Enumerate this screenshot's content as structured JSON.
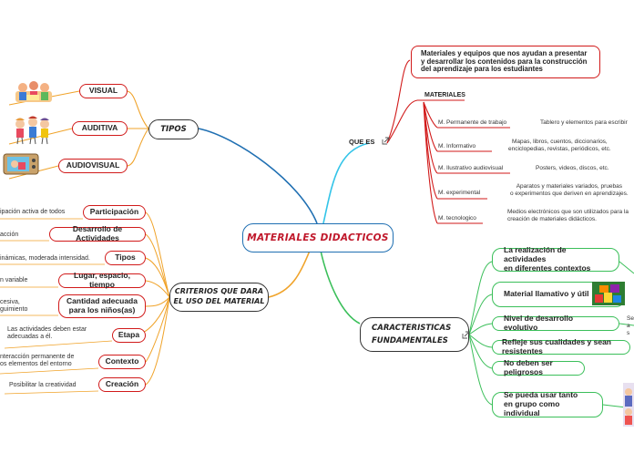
{
  "central": "MATERIALES DIDACTICOS",
  "tipos": {
    "title": "TIPOS",
    "items": [
      "VISUAL",
      "AUDITIVA",
      "AUDIOVISUAL"
    ]
  },
  "criterios": {
    "title": "CRITERIOS QUE DARA\nEL USO DEL MATERIAL",
    "items": [
      {
        "label": "Participación",
        "note": "ipación activa de todos"
      },
      {
        "label": "Desarrollo de Actividades",
        "note": "acción"
      },
      {
        "label": "Tipos",
        "note": "inámicas, moderada intensidad."
      },
      {
        "label": "Lugar, espacio, tiempo",
        "note": "n variable"
      },
      {
        "label": "Cantidad adecuada\npara los niños(as)",
        "note": "cesiva,\nguimiento"
      },
      {
        "label": "Etapa",
        "note": "Las actividades deben estar\nadecuadas a él."
      },
      {
        "label": "Contexto",
        "note": "nteracción permanente de\nos elementos del entorno"
      },
      {
        "label": "Creación",
        "note": "Posibilitar la creatividad"
      }
    ]
  },
  "que_es": {
    "title": "QUE ES",
    "definition": "Materiales y equipos que nos ayudan a presentar\ny desarrollar los contenidos para la construcción\ndel aprendizaje para los estudiantes",
    "materiales_label": "MATERIALES",
    "types": [
      {
        "label": "M. Permanente de trabajo",
        "desc": "Tablero y elementos para escribir"
      },
      {
        "label": "M. Informativo",
        "desc": "Mapas, libros, cuentos, diccionarios,\nenciclopedias, revistas, periódicos, etc."
      },
      {
        "label": "M. Ilustrativo audiovisual",
        "desc": "Posters, videos, discos, etc."
      },
      {
        "label": "M. experimental",
        "desc": "Aparatos y materiales variados, pruebas\no experimentos que deriven en aprendizajes."
      },
      {
        "label": "M. tecnologico",
        "desc": "Medios electrónicos que son utilizados para la\ncreación de materiales didácticos."
      }
    ]
  },
  "caracteristicas": {
    "title": "CARACTERISTICAS\nFUNDAMENTALES",
    "items": [
      "La realización de actividades\nen diferentes contextos",
      "Material llamativo y útil",
      "Nivel de desarrollo evolutivo",
      "Refleje sus cualidades y sean resistentes",
      "No deben ser peligrosos",
      "Se pueda usar tanto\nen grupo como individual"
    ],
    "side_note": "Se\na s"
  },
  "colors": {
    "red": "#d11a1a",
    "blue": "#1f6fb2",
    "cyan": "#33c4e8",
    "green": "#3bbf5a",
    "orange": "#f0a32a",
    "central_text": "#c0182b"
  },
  "icons": [
    "children-reading-image",
    "children-music-image",
    "tv-image",
    "toy-blocks-image",
    "link-icon"
  ]
}
